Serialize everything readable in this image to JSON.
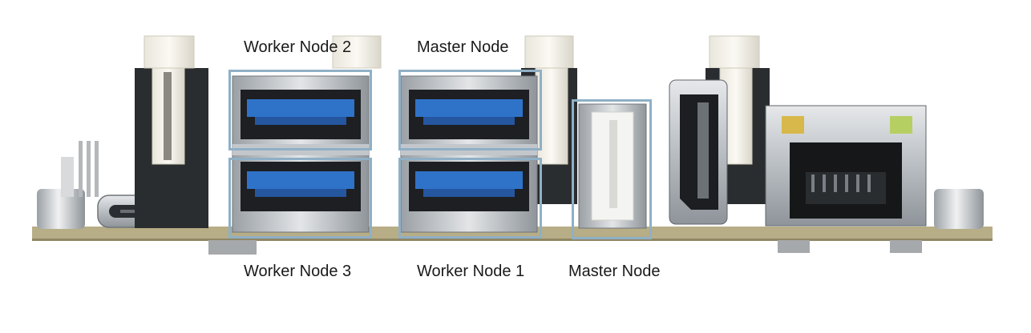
{
  "labels": {
    "worker_node_2": "Worker Node 2",
    "master_node_top": "Master Node",
    "worker_node_3": "Worker Node 3",
    "worker_node_1": "Worker Node 1",
    "master_node_bottom": "Master Node"
  },
  "colors": {
    "usb3_blue": "#2f73c9",
    "highlight_box": "#8fb0c6",
    "pcb": "#b7ad86",
    "connector_metal": "#c8ccd0"
  }
}
